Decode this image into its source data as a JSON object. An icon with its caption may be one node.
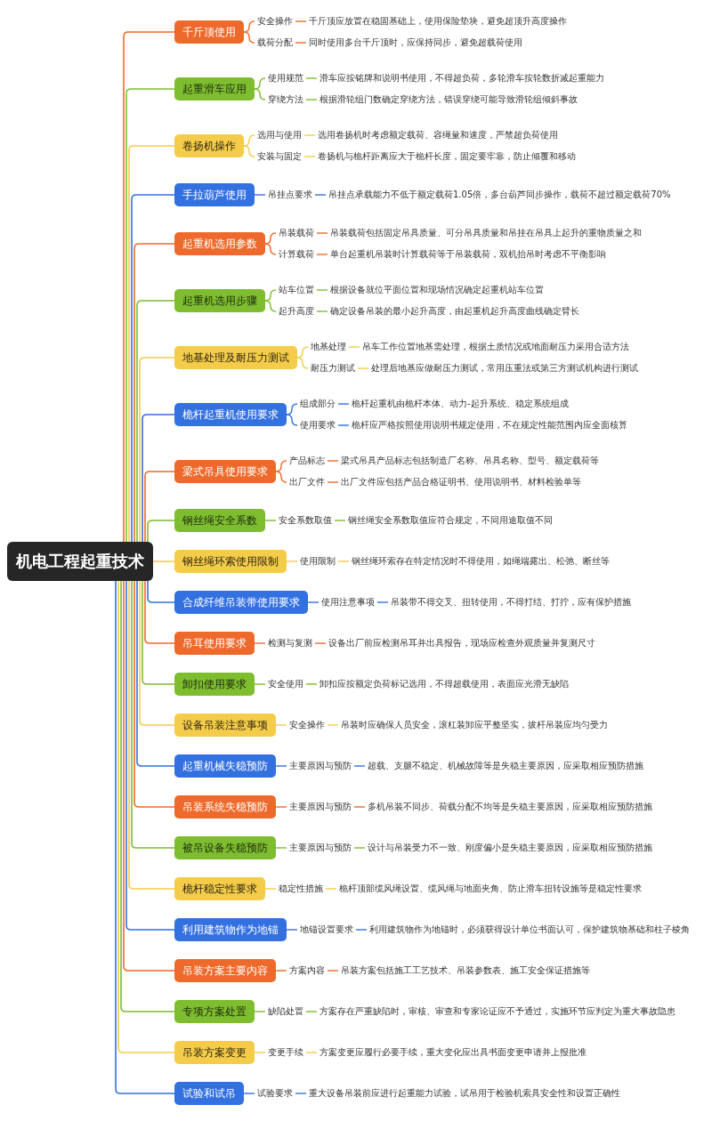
{
  "diagram": {
    "nodes": [
      {
        "text": [
          "机电工程起重技术"
        ]
      },
      {
        "text": [
          "千斤顶使用"
        ]
      },
      {
        "text": [
          "安全操作"
        ]
      },
      {
        "text": [
          "千斤顶应放置在稳固基础上，使用保险垫块，避免超顶升高度操作"
        ]
      },
      {
        "text": [
          "载荷分配"
        ]
      },
      {
        "text": [
          "同时使用多台千斤顶时，应保持同步，避免超载荷使用"
        ]
      },
      {
        "text": [
          "起重滑车应用"
        ]
      },
      {
        "text": [
          "使用规范"
        ]
      },
      {
        "text": [
          "滑车应按铭牌和说明书使用，不得超负荷，多轮滑车按轮数折减起重能力"
        ]
      },
      {
        "text": [
          "穿绕方法"
        ]
      },
      {
        "text": [
          "根据滑轮组门数确定穿绕方法，错误穿绕可能导致滑轮组倾斜事故"
        ]
      },
      {
        "text": [
          "卷扬机操作"
        ]
      },
      {
        "text": [
          "选用与使用"
        ]
      },
      {
        "text": [
          "选用卷扬机时考虑额定载荷、容绳量和速度，严禁超负荷使用"
        ]
      },
      {
        "text": [
          "安装与固定"
        ]
      },
      {
        "text": [
          "卷扬机与桅杆距离应大于桅杆长度，固定要牢靠，防止倾覆和移动"
        ]
      },
      {
        "text": [
          "手拉葫芦使用"
        ]
      },
      {
        "text": [
          "吊挂点要求"
        ]
      },
      {
        "text": [
          "吊挂点承载能力不低于额定载荷1.05倍，多台葫芦同步操作，载荷不超过额定载荷70%"
        ]
      },
      {
        "text": [
          "起重机选用参数"
        ]
      },
      {
        "text": [
          "吊装载荷"
        ]
      },
      {
        "text": [
          "吊装载荷包括固定吊具质量、可分吊具质量和吊挂在吊具上起升的重物质量之和"
        ]
      },
      {
        "text": [
          "计算载荷"
        ]
      },
      {
        "text": [
          "单台起重机吊装时计算载荷等于吊装载荷，双机抬吊时考虑不平衡影响"
        ]
      },
      {
        "text": [
          "起重机选用步骤"
        ]
      },
      {
        "text": [
          "站车位置"
        ]
      },
      {
        "text": [
          "根据设备就位平面位置和现场情况确定起重机站车位置"
        ]
      },
      {
        "text": [
          "起升高度"
        ]
      },
      {
        "text": [
          "确定设备吊装的最小起升高度，由起重机起升高度曲线确定臂长"
        ]
      },
      {
        "text": [
          "地基处理及耐压力测试"
        ]
      },
      {
        "text": [
          "地基处理"
        ]
      },
      {
        "text": [
          "吊车工作位置地基需处理，根据土质情况或地面耐压力采用合适方法"
        ]
      },
      {
        "text": [
          "耐压力测试"
        ]
      },
      {
        "text": [
          "处理后地基应做耐压力测试，常用压重法或第三方测试机构进行测试"
        ]
      },
      {
        "text": [
          "桅杆起重机使用要求"
        ]
      },
      {
        "text": [
          "组成部分"
        ]
      },
      {
        "text": [
          "桅杆起重机由桅杆本体、动力-起升系统、稳定系统组成"
        ]
      },
      {
        "text": [
          "使用要求"
        ]
      },
      {
        "text": [
          "桅杆应严格按照使用说明书规定使用，不在规定性能范围内应全面核算"
        ]
      },
      {
        "text": [
          "梁式吊具使用要求"
        ]
      },
      {
        "text": [
          "产品标志"
        ]
      },
      {
        "text": [
          "梁式吊具产品标志包括制造厂名称、吊具名称、型号、额定载荷等"
        ]
      },
      {
        "text": [
          "出厂文件"
        ]
      },
      {
        "text": [
          "出厂文件应包括产品合格证明书、使用说明书、材料检验单等"
        ]
      },
      {
        "text": [
          "钢丝绳安全系数"
        ]
      },
      {
        "text": [
          "安全系数取值"
        ]
      },
      {
        "text": [
          "钢丝绳安全系数取值应符合规定，不同用途取值不同"
        ]
      },
      {
        "text": [
          "钢丝绳环索使用限制"
        ]
      },
      {
        "text": [
          "使用限制"
        ]
      },
      {
        "text": [
          "钢丝绳环索存在特定情况时不得使用，如绳端露出、松弛、断丝等"
        ]
      },
      {
        "text": [
          "合成纤维吊装带使用要求"
        ]
      },
      {
        "text": [
          "使用注意事项"
        ]
      },
      {
        "text": [
          "吊装带不得交叉、扭转使用，不得打结、打拧，应有保护措施"
        ]
      },
      {
        "text": [
          "吊耳使用要求"
        ]
      },
      {
        "text": [
          "检测与复测"
        ]
      },
      {
        "text": [
          "设备出厂前应检测吊耳并出具报告，现场应检查外观质量并复测尺寸"
        ]
      },
      {
        "text": [
          "卸扣使用要求"
        ]
      },
      {
        "text": [
          "安全使用"
        ]
      },
      {
        "text": [
          "卸扣应按额定负荷标记选用，不得超载使用，表面应光滑无缺陷"
        ]
      },
      {
        "text": [
          "设备吊装注意事项"
        ]
      },
      {
        "text": [
          "安全操作"
        ]
      },
      {
        "text": [
          "吊装时应确保人员安全，滚杠装卸应平整坚实，拔杆吊装应均匀受力"
        ]
      },
      {
        "text": [
          "起重机械失稳预防"
        ]
      },
      {
        "text": [
          "主要原因与预防"
        ]
      },
      {
        "text": [
          "超载、支腿不稳定、机械故障等是失稳主要原因，应采取相应预防措施"
        ]
      },
      {
        "text": [
          "吊装系统失稳预防"
        ]
      },
      {
        "text": [
          "主要原因与预防"
        ]
      },
      {
        "text": [
          "多机吊装不同步、荷载分配不均等是失稳主要原因，应采取相应预防措施"
        ]
      },
      {
        "text": [
          "被吊设备失稳预防"
        ]
      },
      {
        "text": [
          "主要原因与预防"
        ]
      },
      {
        "text": [
          "设计与吊装受力不一致、刚度偏小是失稳主要原因，应采取相应预防措施"
        ]
      },
      {
        "text": [
          "桅杆稳定性要求"
        ]
      },
      {
        "text": [
          "稳定性措施"
        ]
      },
      {
        "text": [
          "桅杆顶部缆风绳设置、缆风绳与地面夹角、防止滑车扭转设施等是稳定性要求"
        ]
      },
      {
        "text": [
          "利用建筑物作为地锚"
        ]
      },
      {
        "text": [
          "地锚设置要求"
        ]
      },
      {
        "text": [
          "利用建筑物作为地锚时，必须获得设计单位书面认可，保护建筑物基础和柱子棱角"
        ]
      },
      {
        "text": [
          "吊装方案主要内容"
        ]
      },
      {
        "text": [
          "方案内容"
        ]
      },
      {
        "text": [
          "吊装方案包括施工工艺技术、吊装参数表、施工安全保证措施等"
        ]
      },
      {
        "text": [
          "专项方案处置"
        ]
      },
      {
        "text": [
          "缺陷处置"
        ]
      },
      {
        "text": [
          "方案存在严重缺陷时，审核、审查和专家论证应不予通过，实施环节应判定为重大事故隐患"
        ]
      },
      {
        "text": [
          "吊装方案变更"
        ]
      },
      {
        "text": [
          "变更手续"
        ]
      },
      {
        "text": [
          "方案变更应履行必要手续，重大变化应出具书面变更申请并上报批准"
        ]
      },
      {
        "text": [
          "试验和试吊"
        ]
      },
      {
        "text": [
          "试验要求"
        ]
      },
      {
        "text": [
          "重大设备吊装前应进行起重能力试验，试吊用于检验机索具安全性和设置正确性"
        ]
      }
    ],
    "edges": [
      {
        "from": 0,
        "to": 1,
        "arrow": "none",
        "color": "#ee6a2c"
      },
      {
        "from": 1,
        "to": 2,
        "arrow": "none",
        "color": "#ee6a2c"
      },
      {
        "from": 2,
        "to": 3,
        "arrow": "none",
        "color": "#ee6a2c"
      },
      {
        "from": 1,
        "to": 4,
        "arrow": "none",
        "color": "#ee6a2c"
      },
      {
        "from": 4,
        "to": 5,
        "arrow": "none",
        "color": "#ee6a2c"
      },
      {
        "from": 0,
        "to": 6,
        "arrow": "none",
        "color": "#7dbd2f"
      },
      {
        "from": 6,
        "to": 7,
        "arrow": "none",
        "color": "#7dbd2f"
      },
      {
        "from": 7,
        "to": 8,
        "arrow": "none",
        "color": "#7dbd2f"
      },
      {
        "from": 6,
        "to": 9,
        "arrow": "none",
        "color": "#7dbd2f"
      },
      {
        "from": 9,
        "to": 10,
        "arrow": "none",
        "color": "#7dbd2f"
      },
      {
        "from": 0,
        "to": 11,
        "arrow": "none",
        "color": "#f4cc4a"
      },
      {
        "from": 11,
        "to": 12,
        "arrow": "none",
        "color": "#f4cc4a"
      },
      {
        "from": 12,
        "to": 13,
        "arrow": "none",
        "color": "#f4cc4a"
      },
      {
        "from": 11,
        "to": 14,
        "arrow": "none",
        "color": "#f4cc4a"
      },
      {
        "from": 14,
        "to": 15,
        "arrow": "none",
        "color": "#f4cc4a"
      },
      {
        "from": 0,
        "to": 16,
        "arrow": "none",
        "color": "#3370e0"
      },
      {
        "from": 16,
        "to": 17,
        "arrow": "none",
        "color": "#3370e0"
      },
      {
        "from": 17,
        "to": 18,
        "arrow": "none",
        "color": "#3370e0"
      },
      {
        "from": 0,
        "to": 19,
        "arrow": "none",
        "color": "#ee6a2c"
      },
      {
        "from": 19,
        "to": 20,
        "arrow": "none",
        "color": "#ee6a2c"
      },
      {
        "from": 20,
        "to": 21,
        "arrow": "none",
        "color": "#ee6a2c"
      },
      {
        "from": 19,
        "to": 22,
        "arrow": "none",
        "color": "#ee6a2c"
      },
      {
        "from": 22,
        "to": 23,
        "arrow": "none",
        "color": "#ee6a2c"
      },
      {
        "from": 0,
        "to": 24,
        "arrow": "none",
        "color": "#7dbd2f"
      },
      {
        "from": 24,
        "to": 25,
        "arrow": "none",
        "color": "#7dbd2f"
      },
      {
        "from": 25,
        "to": 26,
        "arrow": "none",
        "color": "#7dbd2f"
      },
      {
        "from": 24,
        "to": 27,
        "arrow": "none",
        "color": "#7dbd2f"
      },
      {
        "from": 27,
        "to": 28,
        "arrow": "none",
        "color": "#7dbd2f"
      },
      {
        "from": 0,
        "to": 29,
        "arrow": "none",
        "color": "#f4cc4a"
      },
      {
        "from": 29,
        "to": 30,
        "arrow": "none",
        "color": "#f4cc4a"
      },
      {
        "from": 30,
        "to": 31,
        "arrow": "none",
        "color": "#f4cc4a"
      },
      {
        "from": 29,
        "to": 32,
        "arrow": "none",
        "color": "#f4cc4a"
      },
      {
        "from": 32,
        "to": 33,
        "arrow": "none",
        "color": "#f4cc4a"
      },
      {
        "from": 0,
        "to": 34,
        "arrow": "none",
        "color": "#3370e0"
      },
      {
        "from": 34,
        "to": 35,
        "arrow": "none",
        "color": "#3370e0"
      },
      {
        "from": 35,
        "to": 36,
        "arrow": "none",
        "color": "#3370e0"
      },
      {
        "from": 34,
        "to": 37,
        "arrow": "none",
        "color": "#3370e0"
      },
      {
        "from": 37,
        "to": 38,
        "arrow": "none",
        "color": "#3370e0"
      },
      {
        "from": 0,
        "to": 39,
        "arrow": "none",
        "color": "#ee6a2c"
      },
      {
        "from": 39,
        "to": 40,
        "arrow": "none",
        "color": "#ee6a2c"
      },
      {
        "from": 40,
        "to": 41,
        "arrow": "none",
        "color": "#ee6a2c"
      },
      {
        "from": 39,
        "to": 42,
        "arrow": "none",
        "color": "#ee6a2c"
      },
      {
        "from": 42,
        "to": 43,
        "arrow": "none",
        "color": "#ee6a2c"
      },
      {
        "from": 0,
        "to": 44,
        "arrow": "none",
        "color": "#7dbd2f"
      },
      {
        "from": 44,
        "to": 45,
        "arrow": "none",
        "color": "#7dbd2f"
      },
      {
        "from": 45,
        "to": 46,
        "arrow": "none",
        "color": "#7dbd2f"
      },
      {
        "from": 0,
        "to": 47,
        "arrow": "none",
        "color": "#f4cc4a"
      },
      {
        "from": 47,
        "to": 48,
        "arrow": "none",
        "color": "#f4cc4a"
      },
      {
        "from": 48,
        "to": 49,
        "arrow": "none",
        "color": "#f4cc4a"
      },
      {
        "from": 0,
        "to": 50,
        "arrow": "none",
        "color": "#3370e0"
      },
      {
        "from": 50,
        "to": 51,
        "arrow": "none",
        "color": "#3370e0"
      },
      {
        "from": 51,
        "to": 52,
        "arrow": "none",
        "color": "#3370e0"
      },
      {
        "from": 0,
        "to": 53,
        "arrow": "none",
        "color": "#ee6a2c"
      },
      {
        "from": 53,
        "to": 54,
        "arrow": "none",
        "color": "#ee6a2c"
      },
      {
        "from": 54,
        "to": 55,
        "arrow": "none",
        "color": "#ee6a2c"
      },
      {
        "from": 0,
        "to": 56,
        "arrow": "none",
        "color": "#7dbd2f"
      },
      {
        "from": 56,
        "to": 57,
        "arrow": "none",
        "color": "#7dbd2f"
      },
      {
        "from": 57,
        "to": 58,
        "arrow": "none",
        "color": "#7dbd2f"
      },
      {
        "from": 0,
        "to": 59,
        "arrow": "none",
        "color": "#f4cc4a"
      },
      {
        "from": 59,
        "to": 60,
        "arrow": "none",
        "color": "#f4cc4a"
      },
      {
        "from": 60,
        "to": 61,
        "arrow": "none",
        "color": "#f4cc4a"
      },
      {
        "from": 0,
        "to": 62,
        "arrow": "none",
        "color": "#3370e0"
      },
      {
        "from": 62,
        "to": 63,
        "arrow": "none",
        "color": "#3370e0"
      },
      {
        "from": 63,
        "to": 64,
        "arrow": "none",
        "color": "#3370e0"
      },
      {
        "from": 0,
        "to": 65,
        "arrow": "none",
        "color": "#ee6a2c"
      },
      {
        "from": 65,
        "to": 66,
        "arrow": "none",
        "color": "#ee6a2c"
      },
      {
        "from": 66,
        "to": 67,
        "arrow": "none",
        "color": "#ee6a2c"
      },
      {
        "from": 0,
        "to": 68,
        "arrow": "none",
        "color": "#7dbd2f"
      },
      {
        "from": 68,
        "to": 69,
        "arrow": "none",
        "color": "#7dbd2f"
      },
      {
        "from": 69,
        "to": 70,
        "arrow": "none",
        "color": "#7dbd2f"
      },
      {
        "from": 0,
        "to": 71,
        "arrow": "none",
        "color": "#f4cc4a"
      },
      {
        "from": 71,
        "to": 72,
        "arrow": "none",
        "color": "#f4cc4a"
      },
      {
        "from": 72,
        "to": 73,
        "arrow": "none",
        "color": "#f4cc4a"
      },
      {
        "from": 0,
        "to": 74,
        "arrow": "none",
        "color": "#3370e0"
      },
      {
        "from": 74,
        "to": 75,
        "arrow": "none",
        "color": "#3370e0"
      },
      {
        "from": 75,
        "to": 76,
        "arrow": "none",
        "color": "#3370e0"
      },
      {
        "from": 0,
        "to": 77,
        "arrow": "none",
        "color": "#ee6a2c"
      },
      {
        "from": 77,
        "to": 78,
        "arrow": "none",
        "color": "#ee6a2c"
      },
      {
        "from": 78,
        "to": 79,
        "arrow": "none",
        "color": "#ee6a2c"
      },
      {
        "from": 0,
        "to": 80,
        "arrow": "none",
        "color": "#7dbd2f"
      },
      {
        "from": 80,
        "to": 81,
        "arrow": "none",
        "color": "#7dbd2f"
      },
      {
        "from": 81,
        "to": 82,
        "arrow": "none",
        "color": "#7dbd2f"
      },
      {
        "from": 0,
        "to": 83,
        "arrow": "none",
        "color": "#f4cc4a"
      },
      {
        "from": 83,
        "to": 84,
        "arrow": "none",
        "color": "#f4cc4a"
      },
      {
        "from": 84,
        "to": 85,
        "arrow": "none",
        "color": "#f4cc4a"
      },
      {
        "from": 0,
        "to": 86,
        "arrow": "none",
        "color": "#3370e0"
      },
      {
        "from": 86,
        "to": 87,
        "arrow": "none",
        "color": "#3370e0"
      },
      {
        "from": 87,
        "to": 88,
        "arrow": "none",
        "color": "#3370e0"
      }
    ]
  }
}
